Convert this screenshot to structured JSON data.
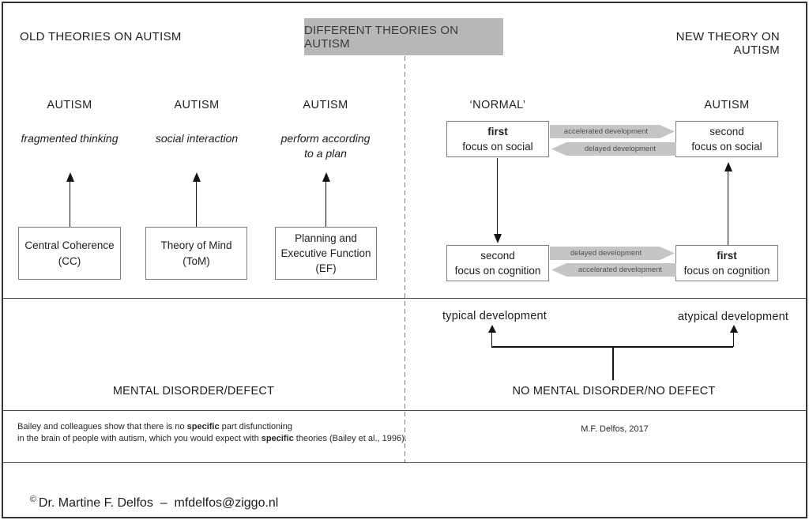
{
  "colors": {
    "header_box_bg": "#b7b7b7",
    "transfer_arrow_fill": "#c5c5c5",
    "transfer_arrow_text": "#4f4f4f",
    "box_border": "#7f7f7f",
    "text": "#212121",
    "dashed_divider": "#7c7c7c",
    "divider_line": "#4c4c4c"
  },
  "headers": {
    "old": "OLD THEORIES ON AUTISM",
    "different": "DIFFERENT THEORIES ON AUTISM",
    "new": "NEW THEORY ON AUTISM"
  },
  "old_theories": {
    "columns": [
      {
        "heading": "AUTISM",
        "descriptor_lines": [
          "fragmented thinking"
        ],
        "box_lines": [
          "Central Coherence",
          "(CC)"
        ]
      },
      {
        "heading": "AUTISM",
        "descriptor_lines": [
          "social interaction"
        ],
        "box_lines": [
          "Theory of Mind",
          "(ToM)"
        ]
      },
      {
        "heading": "AUTISM",
        "descriptor_lines": [
          "perform according",
          "to a plan"
        ],
        "box_lines": [
          "Planning and",
          "Executive Function",
          "(EF)"
        ]
      }
    ],
    "bottom_label": "MENTAL DISORDER/DEFECT"
  },
  "new_theory": {
    "normal_heading": "‘NORMAL’",
    "autism_heading": "AUTISM",
    "boxes": {
      "first_social": {
        "line1": "first",
        "line2": "focus on social"
      },
      "second_social": {
        "line1": "second",
        "line2": "focus on social"
      },
      "second_cognition": {
        "line1": "second",
        "line2": "focus on cognition"
      },
      "first_cognition": {
        "line1": "first",
        "line2": "focus on cognition"
      }
    },
    "transfer_arrows": {
      "social_right": "accelerated development",
      "social_left": "delayed development",
      "cognition_right": "delayed development",
      "cognition_left": "accelerated development"
    },
    "typical_label": "typical development",
    "atypical_label": "atypical development",
    "bottom_label": "NO MENTAL DISORDER/NO DEFECT"
  },
  "footnote": {
    "line1_pre": "Bailey and colleagues show that there is no ",
    "line1_bold": "specific",
    "line1_post": " part disfunctioning",
    "line2_pre": "in the brain of people with autism, which you would expect with ",
    "line2_bold": "specific",
    "line2_post": " theories (Bailey et al., 1996).",
    "attribution": "M.F. Delfos, 2017"
  },
  "copyright": {
    "symbol": "©",
    "text": "Dr. Martine F. Delfos  –  mfdelfos@ziggo.nl"
  }
}
